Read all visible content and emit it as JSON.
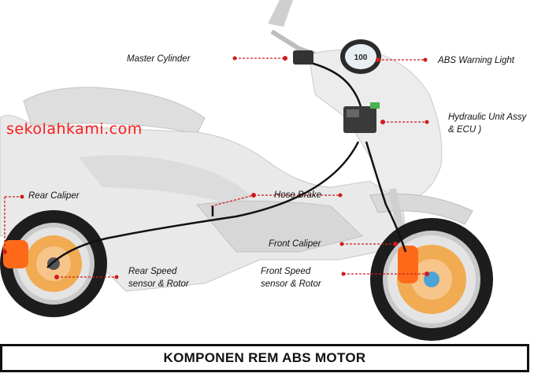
{
  "watermark": "sekolahkami.com",
  "caption": "KOMPONEN REM ABS MOTOR",
  "labels": {
    "master_cylinder": "Master Cylinder",
    "abs_warning_light": "ABS Warning Light",
    "hydraulic_unit_line1": "Hydraulic Unit Assy",
    "hydraulic_unit_line2": "& ECU )",
    "rear_caliper": "Rear Caliper",
    "hose_brake": "Hose Brake",
    "front_caliper": "Front Caliper",
    "rear_speed_line1": "Rear  Speed",
    "rear_speed_line2": "sensor & Rotor",
    "front_speed_line1": "Front Speed",
    "front_speed_line2": "sensor & Rotor",
    "speedo": "100"
  },
  "colors": {
    "leader": "#d01c1c",
    "body": "#e7e7e7",
    "tire": "#1d1d1d",
    "disc": "#f2a13a",
    "caliper": "#ff6a1a",
    "watermark": "#ff1a1a"
  }
}
